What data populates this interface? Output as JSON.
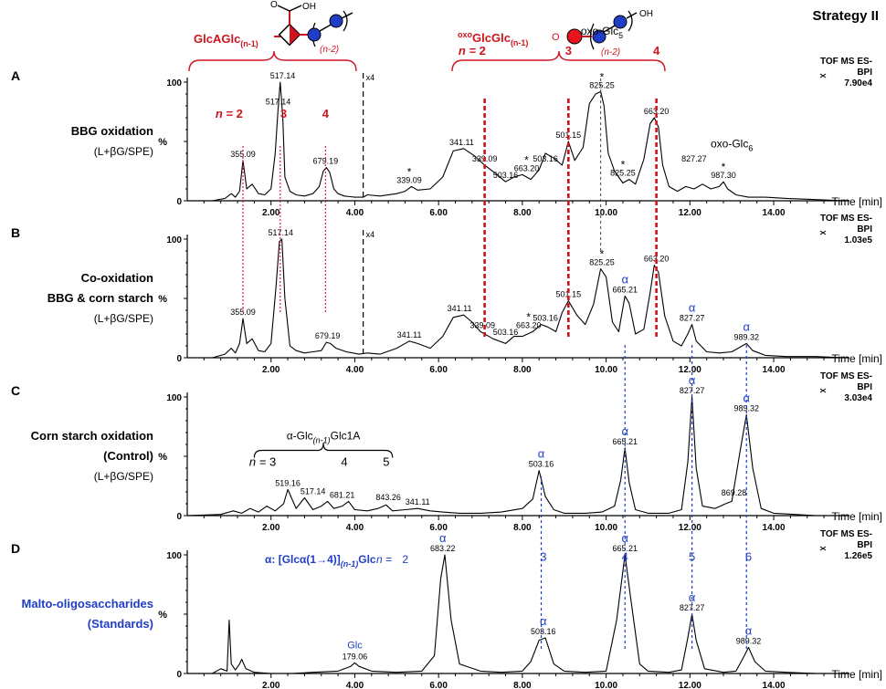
{
  "strategy_label": "Strategy II",
  "struct_labels": {
    "glca": {
      "main": "GlcAGlc",
      "sub": "(n-1)"
    },
    "oxo": {
      "sup": "oxo",
      "main": "GlcGlc",
      "sub": "(n-1)"
    },
    "n2": "(n-2)",
    "oh": "OH",
    "ox_o": "O"
  },
  "time_label": "Time [min]",
  "y_unit": "%",
  "x_ticks": [
    "2.00",
    "4.00",
    "6.00",
    "8.00",
    "10.00",
    "12.00",
    "14.00"
  ],
  "colors": {
    "red": "#d0141e",
    "blue": "#1f3ec7",
    "trace": "#000000"
  },
  "chart_data": [
    {
      "type": "line",
      "panel": "A",
      "title_lines": [
        "BBG oxidation",
        "(L+βG/SPE)"
      ],
      "instrument": [
        "TOF MS ES-",
        "BPI",
        "7.90e4"
      ],
      "y_ticks": [
        "0",
        "50",
        "100"
      ],
      "xlim": [
        0,
        15.7
      ],
      "ylim": [
        0,
        105
      ],
      "zoom_marker": {
        "x": 4.2,
        "label": "x4"
      },
      "x": [
        0.0,
        0.6,
        0.9,
        1.05,
        1.15,
        1.25,
        1.33,
        1.42,
        1.55,
        1.7,
        1.85,
        2.0,
        2.1,
        2.17,
        2.22,
        2.28,
        2.33,
        2.45,
        2.6,
        2.8,
        3.0,
        3.15,
        3.25,
        3.32,
        3.4,
        3.5,
        3.6,
        3.75,
        4.0,
        4.2,
        4.3,
        4.6,
        5.0,
        5.2,
        5.35,
        5.5,
        5.8,
        6.1,
        6.35,
        6.6,
        6.85,
        7.1,
        7.4,
        7.6,
        7.8,
        8.0,
        8.2,
        8.4,
        8.55,
        8.75,
        8.95,
        9.1,
        9.25,
        9.45,
        9.6,
        9.75,
        9.87,
        9.95,
        10.05,
        10.2,
        10.4,
        10.55,
        10.7,
        10.9,
        11.05,
        11.15,
        11.25,
        11.35,
        11.5,
        11.7,
        11.9,
        12.1,
        12.3,
        12.5,
        12.7,
        12.8,
        12.9,
        13.1,
        13.4,
        13.8,
        14.3,
        15.0,
        15.7
      ],
      "y": [
        0,
        0,
        2,
        6,
        3,
        8,
        34,
        10,
        14,
        6,
        5,
        10,
        40,
        78,
        100,
        70,
        20,
        8,
        5,
        4,
        6,
        12,
        25,
        28,
        24,
        10,
        6,
        4,
        3,
        3,
        5,
        4,
        6,
        8,
        12,
        9,
        10,
        20,
        42,
        44,
        38,
        30,
        22,
        16,
        20,
        22,
        18,
        26,
        40,
        36,
        30,
        50,
        34,
        45,
        82,
        90,
        92,
        80,
        40,
        25,
        15,
        18,
        14,
        35,
        65,
        70,
        62,
        30,
        12,
        8,
        12,
        10,
        14,
        10,
        12,
        16,
        10,
        5,
        3,
        3,
        2,
        1,
        0
      ],
      "labels": [
        {
          "x": 1.33,
          "y": 34,
          "text": "355.09"
        },
        {
          "x": 2.17,
          "y": 78,
          "text": "517.14"
        },
        {
          "x": 2.28,
          "y": 100,
          "text": "517.14"
        },
        {
          "x": 3.3,
          "y": 28,
          "text": "679.19"
        },
        {
          "x": 5.3,
          "y": 12,
          "text": "339.09",
          "star": true
        },
        {
          "x": 6.55,
          "y": 44,
          "text": "341.11"
        },
        {
          "x": 7.1,
          "y": 30,
          "text": "339.09"
        },
        {
          "x": 7.6,
          "y": 16,
          "text": "503.16"
        },
        {
          "x": 8.1,
          "y": 22,
          "text": "663.20",
          "star": true
        },
        {
          "x": 8.55,
          "y": 30,
          "text": "503.16"
        },
        {
          "x": 9.1,
          "y": 50,
          "text": "501.15"
        },
        {
          "x": 9.9,
          "y": 92,
          "text": "825.25",
          "star": true
        },
        {
          "x": 10.4,
          "y": 18,
          "text": "825.25",
          "star": true
        },
        {
          "x": 11.2,
          "y": 70,
          "text": "663.20"
        },
        {
          "x": 12.1,
          "y": 30,
          "text": "827.27"
        },
        {
          "x": 12.8,
          "y": 16,
          "text": "987.30",
          "star": true
        }
      ],
      "annotations": [
        {
          "x": 1.0,
          "y": 70,
          "prefix": "n = ",
          "text": "2",
          "color": "red"
        },
        {
          "x": 2.3,
          "y": 70,
          "text": "3",
          "color": "red"
        },
        {
          "x": 3.3,
          "y": 70,
          "text": "4",
          "color": "red"
        },
        {
          "x": 6.8,
          "y": 123,
          "prefix": "n = ",
          "text": "2",
          "color": "red"
        },
        {
          "x": 9.1,
          "y": 123,
          "text": "3",
          "color": "red"
        },
        {
          "x": 11.2,
          "y": 123,
          "text": "4",
          "color": "red"
        },
        {
          "x": 9.9,
          "y": 140,
          "text": "oxo-Glc",
          "sub": "5",
          "color": "black"
        },
        {
          "x": 13.0,
          "y": 45,
          "text": "oxo-Glc",
          "sub": "6",
          "color": "black"
        }
      ]
    },
    {
      "type": "line",
      "panel": "B",
      "title_lines": [
        "Co-oxidation",
        "BBG & corn starch",
        "(L+βG/SPE)"
      ],
      "instrument": [
        "TOF MS ES-",
        "BPI",
        "1.03e5"
      ],
      "y_ticks": [
        "0",
        "50",
        "100"
      ],
      "xlim": [
        0,
        15.7
      ],
      "ylim": [
        0,
        105
      ],
      "zoom_marker": {
        "x": 4.2,
        "label": "x4"
      },
      "x": [
        0.0,
        0.6,
        0.9,
        1.05,
        1.15,
        1.25,
        1.33,
        1.42,
        1.55,
        1.7,
        1.85,
        2.0,
        2.12,
        2.2,
        2.26,
        2.33,
        2.45,
        2.6,
        2.8,
        3.0,
        3.2,
        3.32,
        3.42,
        3.55,
        3.8,
        4.1,
        4.3,
        4.6,
        5.0,
        5.3,
        5.5,
        5.8,
        6.1,
        6.35,
        6.6,
        6.8,
        7.0,
        7.3,
        7.6,
        7.8,
        8.0,
        8.25,
        8.45,
        8.6,
        8.8,
        8.95,
        9.1,
        9.3,
        9.5,
        9.7,
        9.87,
        10.0,
        10.15,
        10.3,
        10.45,
        10.55,
        10.7,
        10.9,
        11.05,
        11.15,
        11.25,
        11.4,
        11.6,
        11.8,
        11.95,
        12.05,
        12.15,
        12.4,
        12.7,
        13.0,
        13.25,
        13.35,
        13.5,
        13.8,
        14.3,
        15.0,
        15.7
      ],
      "y": [
        0,
        0,
        3,
        8,
        4,
        12,
        33,
        12,
        16,
        6,
        5,
        12,
        60,
        98,
        100,
        50,
        10,
        6,
        4,
        5,
        6,
        13,
        12,
        8,
        5,
        3,
        4,
        3,
        8,
        14,
        12,
        8,
        18,
        34,
        36,
        30,
        22,
        16,
        12,
        18,
        18,
        22,
        28,
        26,
        22,
        38,
        48,
        36,
        28,
        45,
        75,
        68,
        30,
        22,
        52,
        46,
        20,
        24,
        55,
        78,
        72,
        35,
        14,
        10,
        20,
        28,
        14,
        5,
        4,
        5,
        10,
        12,
        6,
        2,
        1,
        1,
        0
      ],
      "labels": [
        {
          "x": 1.33,
          "y": 33,
          "text": "355.09"
        },
        {
          "x": 2.23,
          "y": 100,
          "text": "517.14"
        },
        {
          "x": 3.35,
          "y": 13,
          "text": "679.19"
        },
        {
          "x": 5.3,
          "y": 14,
          "text": "341.11"
        },
        {
          "x": 6.5,
          "y": 36,
          "text": "341.11"
        },
        {
          "x": 7.05,
          "y": 22,
          "text": "339.09"
        },
        {
          "x": 7.6,
          "y": 16,
          "text": "503.16"
        },
        {
          "x": 8.15,
          "y": 22,
          "text": "663.20",
          "star": true
        },
        {
          "x": 8.55,
          "y": 28,
          "text": "503.16"
        },
        {
          "x": 9.1,
          "y": 48,
          "text": "501.15"
        },
        {
          "x": 9.9,
          "y": 75,
          "text": "825.25",
          "star": true
        },
        {
          "x": 10.45,
          "y": 52,
          "text": "665.21",
          "alpha": true
        },
        {
          "x": 11.2,
          "y": 78,
          "text": "663.20"
        },
        {
          "x": 12.05,
          "y": 28,
          "text": "827.27",
          "alpha": true
        },
        {
          "x": 13.35,
          "y": 12,
          "text": "989.32",
          "alpha": true
        }
      ],
      "annotations": []
    },
    {
      "type": "line",
      "panel": "C",
      "title_lines": [
        "Corn starch oxidation",
        "(Control)",
        "(L+βG/SPE)"
      ],
      "instrument": [
        "TOF MS ES-",
        "BPI",
        "3.03e4"
      ],
      "y_ticks": [
        "0",
        "50",
        "100"
      ],
      "xlim": [
        0,
        15.7
      ],
      "ylim": [
        0,
        105
      ],
      "x": [
        0.0,
        0.8,
        1.1,
        1.3,
        1.5,
        1.7,
        1.9,
        2.1,
        2.3,
        2.4,
        2.6,
        2.8,
        3.0,
        3.2,
        3.35,
        3.5,
        3.7,
        3.85,
        4.0,
        4.3,
        4.55,
        4.75,
        4.9,
        5.2,
        5.5,
        5.8,
        6.1,
        6.5,
        7.0,
        7.5,
        8.0,
        8.25,
        8.4,
        8.55,
        8.75,
        9.0,
        9.5,
        9.9,
        10.2,
        10.35,
        10.45,
        10.55,
        10.7,
        11.0,
        11.5,
        11.8,
        11.95,
        12.05,
        12.15,
        12.3,
        12.6,
        12.85,
        13.0,
        13.2,
        13.35,
        13.5,
        13.7,
        14.0,
        14.5,
        15.0,
        15.7
      ],
      "y": [
        0,
        1,
        4,
        2,
        6,
        3,
        8,
        4,
        10,
        22,
        6,
        15,
        5,
        8,
        12,
        6,
        8,
        12,
        5,
        4,
        6,
        9,
        4,
        5,
        6,
        4,
        3,
        2,
        2,
        3,
        6,
        14,
        38,
        16,
        5,
        2,
        2,
        3,
        8,
        30,
        57,
        28,
        5,
        2,
        2,
        5,
        45,
        100,
        40,
        8,
        6,
        10,
        12,
        55,
        85,
        40,
        6,
        2,
        1,
        0,
        0
      ],
      "labels": [
        {
          "x": 2.4,
          "y": 22,
          "text": "519.16"
        },
        {
          "x": 3.0,
          "y": 15,
          "text": "517.14"
        },
        {
          "x": 3.7,
          "y": 12,
          "text": "681.21"
        },
        {
          "x": 4.8,
          "y": 10,
          "text": "843.26"
        },
        {
          "x": 5.5,
          "y": 6,
          "text": "341.11"
        },
        {
          "x": 8.45,
          "y": 38,
          "text": "503.16",
          "alpha": true
        },
        {
          "x": 10.45,
          "y": 57,
          "text": "665.21",
          "alpha": true
        },
        {
          "x": 12.05,
          "y": 100,
          "text": "827.27",
          "alpha": true
        },
        {
          "x": 13.35,
          "y": 85,
          "text": "989.32",
          "alpha": true
        },
        {
          "x": 13.05,
          "y": 14,
          "text": "869.28"
        }
      ],
      "annotations": [
        {
          "x": 1.8,
          "y": 42,
          "prefix": "n = ",
          "text": "3",
          "color": "black"
        },
        {
          "x": 3.75,
          "y": 42,
          "text": "4",
          "color": "black"
        },
        {
          "x": 4.75,
          "y": 42,
          "text": "5",
          "color": "black"
        }
      ],
      "bracket": {
        "x1": 1.6,
        "x2": 4.9,
        "label": "α-Glc",
        "sub": "(n-1)",
        "suffix": "Glc1A"
      }
    },
    {
      "type": "line",
      "panel": "D",
      "title_lines": [
        "Malto-oligosaccharides",
        "(Standards)"
      ],
      "instrument": [
        "TOF MS ES-",
        "BPI",
        "1.26e5"
      ],
      "y_ticks": [
        "0",
        "50",
        "100"
      ],
      "xlim": [
        0,
        15.7
      ],
      "ylim": [
        0,
        105
      ],
      "x": [
        0.0,
        0.6,
        0.8,
        0.95,
        1.0,
        1.05,
        1.15,
        1.25,
        1.3,
        1.4,
        1.6,
        2.0,
        2.5,
        3.0,
        3.6,
        3.9,
        4.0,
        4.1,
        4.4,
        5.0,
        5.6,
        5.9,
        6.05,
        6.15,
        6.3,
        6.5,
        7.0,
        7.5,
        8.0,
        8.2,
        8.4,
        8.55,
        8.75,
        9.0,
        9.5,
        10.0,
        10.25,
        10.45,
        10.6,
        10.8,
        11.0,
        11.5,
        11.8,
        11.95,
        12.05,
        12.15,
        12.35,
        12.8,
        13.1,
        13.3,
        13.4,
        13.55,
        13.8,
        14.3,
        15.0,
        15.7
      ],
      "y": [
        0,
        0,
        4,
        2,
        45,
        8,
        3,
        8,
        12,
        4,
        1,
        0,
        0,
        1,
        2,
        6,
        9,
        6,
        2,
        1,
        2,
        15,
        80,
        100,
        45,
        8,
        2,
        1,
        2,
        10,
        28,
        30,
        8,
        2,
        1,
        2,
        45,
        100,
        60,
        8,
        2,
        1,
        3,
        30,
        50,
        28,
        4,
        1,
        2,
        15,
        22,
        10,
        2,
        1,
        0,
        0
      ],
      "labels": [
        {
          "x": 4.0,
          "y": 9,
          "text": "179.06",
          "top": "Glc"
        },
        {
          "x": 6.1,
          "y": 100,
          "text": "683.22",
          "alpha": true
        },
        {
          "x": 8.5,
          "y": 30,
          "text": "503.16",
          "alpha": true
        },
        {
          "x": 10.45,
          "y": 100,
          "text": "665.21",
          "alpha": true
        },
        {
          "x": 12.05,
          "y": 50,
          "text": "827.27",
          "alpha": true
        },
        {
          "x": 13.4,
          "y": 22,
          "text": "989.32",
          "alpha": true
        }
      ],
      "annotations": [
        {
          "x": 8.5,
          "y": 95,
          "text": "3",
          "color": "blue"
        },
        {
          "x": 10.45,
          "y": 95,
          "text": "4",
          "color": "blue"
        },
        {
          "x": 12.05,
          "y": 95,
          "text": "5",
          "color": "blue"
        },
        {
          "x": 13.4,
          "y": 95,
          "text": "6",
          "color": "blue"
        }
      ],
      "legend_text": {
        "prefix": "α: [Glcα(1→4)]",
        "sub": "(n-1)",
        "suffix": "Glc",
        "n_label": "n = ",
        "n_first": "2"
      }
    }
  ],
  "red_guides": [
    {
      "x": 1.33,
      "from": "A",
      "to": "B"
    },
    {
      "x": 2.22,
      "from": "A",
      "to": "B"
    },
    {
      "x": 3.3,
      "from": "A",
      "to": "B"
    },
    {
      "x": 7.1,
      "from": "A",
      "to": "B"
    },
    {
      "x": 9.1,
      "from": "A",
      "to": "B"
    },
    {
      "x": 11.2,
      "from": "A",
      "to": "B"
    }
  ],
  "blue_guides": [
    {
      "x": 10.45,
      "from": "B",
      "to": "D"
    },
    {
      "x": 12.05,
      "from": "B",
      "to": "D"
    },
    {
      "x": 13.35,
      "from": "B",
      "to": "D"
    },
    {
      "x": 8.45,
      "from": "C",
      "to": "D"
    }
  ],
  "black_guide": {
    "x": 9.87
  }
}
